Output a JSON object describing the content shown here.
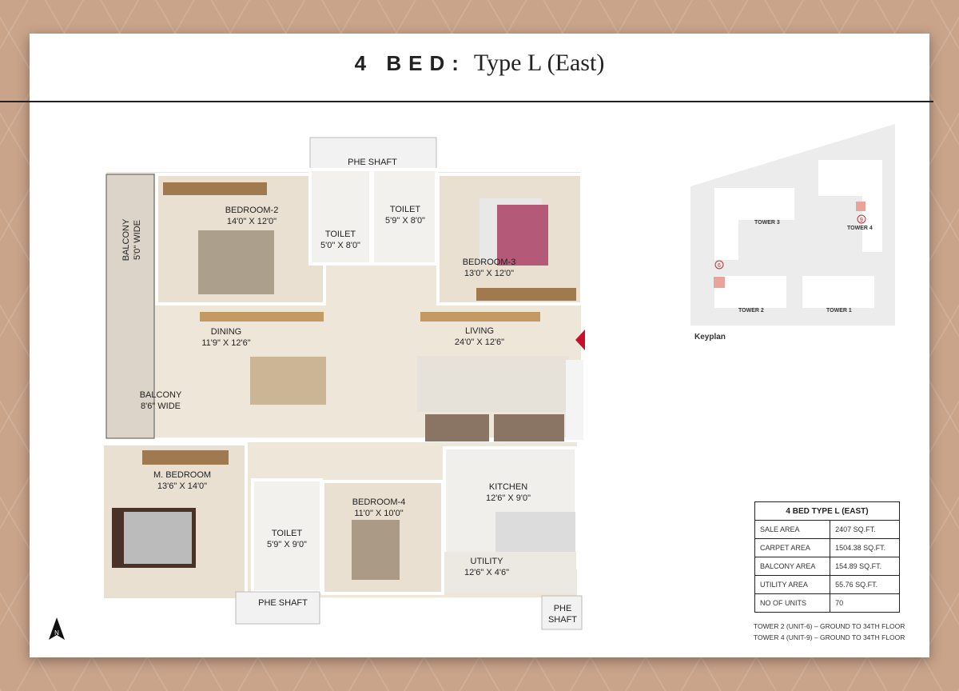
{
  "header": {
    "bed": "4 BED:",
    "type": "Type L (East)"
  },
  "rooms": [
    {
      "name": "PHE SHAFT",
      "dim": ""
    },
    {
      "name": "BEDROOM-2",
      "dim": "14'0\" X 12'0\""
    },
    {
      "name": "TOILET",
      "dim": "5'0\" X 8'0\""
    },
    {
      "name": "TOILET",
      "dim": "5'9\" X 8'0\""
    },
    {
      "name": "BEDROOM-3",
      "dim": "13'0\" X 12'0\""
    },
    {
      "name": "BALCONY",
      "dim": "5'0\" WIDE"
    },
    {
      "name": "DINING",
      "dim": "11'9\" X 12'6\""
    },
    {
      "name": "LIVING",
      "dim": "24'0\" X 12'6\""
    },
    {
      "name": "BALCONY",
      "dim": "8'6\" WIDE"
    },
    {
      "name": "M. BEDROOM",
      "dim": "13'6\" X 14'0\""
    },
    {
      "name": "TOILET",
      "dim": "5'9\" X 9'0\""
    },
    {
      "name": "BEDROOM-4",
      "dim": "11'0\" X 10'0\""
    },
    {
      "name": "KITCHEN",
      "dim": "12'6\" X 9'0\""
    },
    {
      "name": "UTILITY",
      "dim": "12'6\" X 4'6\""
    },
    {
      "name": "PHE SHAFT",
      "dim": ""
    },
    {
      "name": "PHE",
      "dim": "SHAFT"
    }
  ],
  "keyplan": {
    "title": "Keyplan",
    "towers": [
      "TOWER 3",
      "TOWER 4",
      "TOWER 2",
      "TOWER 1"
    ],
    "markers": [
      "9",
      "6"
    ],
    "highlight": "#e8a49c"
  },
  "table": {
    "title": "4 BED TYPE L (EAST)",
    "rows": [
      {
        "label": "SALE AREA",
        "value": "2407 SQ.FT."
      },
      {
        "label": "CARPET AREA",
        "value": "1504.38 SQ.FT."
      },
      {
        "label": "BALCONY AREA",
        "value": "154.89 SQ.FT."
      },
      {
        "label": "UTILITY AREA",
        "value": "55.76 SQ.FT."
      },
      {
        "label": "NO OF UNITS",
        "value": "70"
      }
    ]
  },
  "notes": [
    "TOWER 2 (UNIT-6) – GROUND TO 34TH FLOOR",
    "TOWER 4 (UNIT-9) – GROUND TO 34TH FLOOR"
  ],
  "compass": "N",
  "colors": {
    "entry_marker": "#c8102e",
    "background": "#c9a38a"
  }
}
